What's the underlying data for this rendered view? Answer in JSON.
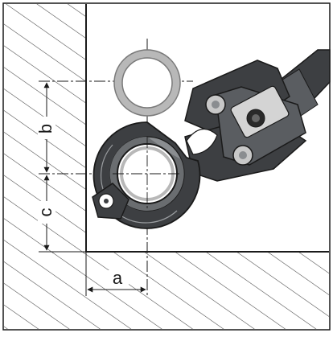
{
  "diagram": {
    "labels": {
      "a": "a",
      "b": "b",
      "c": "c"
    },
    "colors": {
      "background": "#ffffff",
      "line": "#1a1a1a",
      "hatch": "#444444",
      "tool_dark": "#3d3f42",
      "tool_mid": "#5a5d61",
      "tool_light": "#8a8d90",
      "pipe_ring": "#b8b8b8",
      "pipe_ring_edge": "#7a7a7a"
    }
  }
}
